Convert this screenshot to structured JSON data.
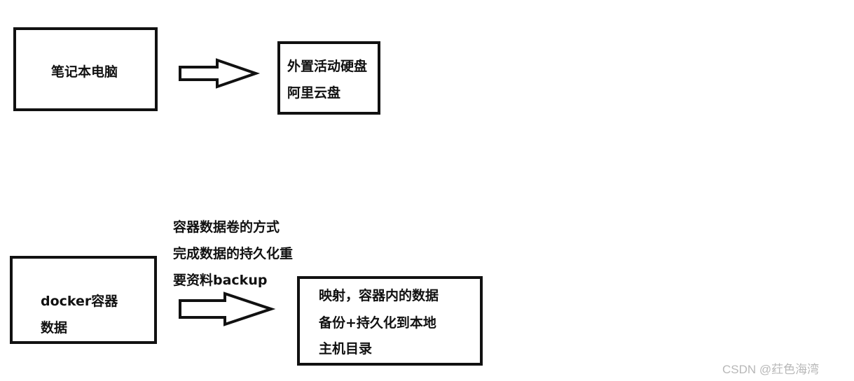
{
  "diagram": {
    "top": {
      "source_label": "笔记本电脑",
      "target_lines": [
        "外置活动硬盘",
        "阿里云盘"
      ]
    },
    "bottom": {
      "source_lines": [
        "docker容器",
        "数据"
      ],
      "note_lines": [
        "容器数据卷的方式",
        "完成数据的持久化重",
        "要资料backup"
      ],
      "target_lines": [
        "映射，容器内的数据",
        "备份+持久化到本地",
        "主机目录"
      ]
    }
  },
  "watermark": "CSDN @荭色海湾"
}
